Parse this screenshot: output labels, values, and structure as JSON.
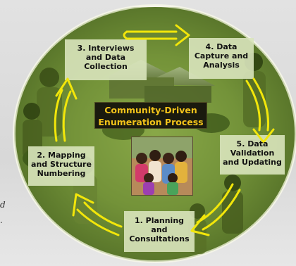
{
  "diagram": {
    "center_title": "Community-Driven\nEnumeration Process",
    "steps": [
      {
        "id": "step1",
        "label": "1.  Planning\nand\nConsultations"
      },
      {
        "id": "step2",
        "label": "2. Mapping\nand Structure\nNumbering"
      },
      {
        "id": "step3",
        "label": "3. Interviews\nand Data\nCollection"
      },
      {
        "id": "step4",
        "label": "4. Data\nCapture and\nAnalysis"
      },
      {
        "id": "step5",
        "label": "5. Data\nValidation\nand Updating"
      }
    ],
    "colors": {
      "arrow": "#f2e60a",
      "title_text": "#f3c31a",
      "title_bg": "#1a1a0e",
      "photo_tint": "#6e8b33",
      "box_fill": "#c9d8a6"
    },
    "center_image": "children-group-photo",
    "background_fragment": "d\n."
  }
}
